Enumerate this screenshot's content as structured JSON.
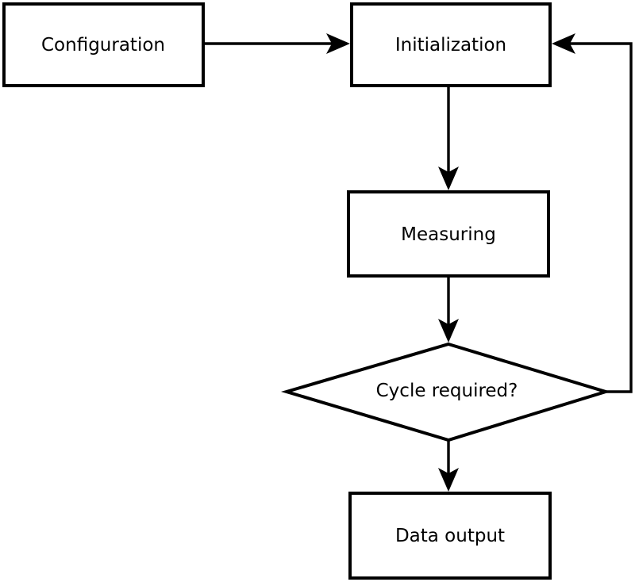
{
  "diagram": {
    "type": "flowchart",
    "background_color": "#ffffff",
    "line_color": "#000000",
    "node_fill_color": "#ffffff",
    "text_color": "#000000",
    "nodes": [
      {
        "id": "configuration",
        "type": "process",
        "label": "Configuration"
      },
      {
        "id": "initialization",
        "type": "process",
        "label": "Initialization"
      },
      {
        "id": "measuring",
        "type": "process",
        "label": "Measuring"
      },
      {
        "id": "cycle-required",
        "type": "decision",
        "label": "Cycle required?"
      },
      {
        "id": "data-output",
        "type": "process",
        "label": "Data output"
      }
    ],
    "edges": [
      {
        "from": "configuration",
        "to": "initialization",
        "direction": "right"
      },
      {
        "from": "initialization",
        "to": "measuring",
        "direction": "down"
      },
      {
        "from": "measuring",
        "to": "cycle-required",
        "direction": "down"
      },
      {
        "from": "cycle-required",
        "to": "data-output",
        "direction": "down"
      },
      {
        "from": "cycle-required",
        "to": "initialization",
        "direction": "right-then-up-loop"
      }
    ]
  }
}
